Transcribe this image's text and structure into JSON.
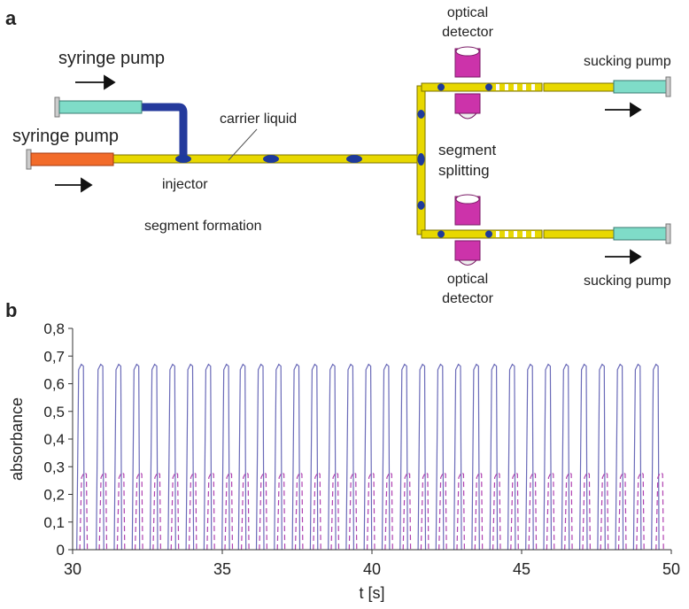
{
  "panel_a": {
    "panel_label": "a",
    "labels": {
      "syringe_pump_top": "syringe pump",
      "syringe_pump_bottom": "syringe pump",
      "carrier_liquid": "carrier liquid",
      "injector": "injector",
      "segment_formation": "segment formation",
      "segment_splitting_1": "segment",
      "segment_splitting_2": "splitting",
      "optical_detector_top_1": "optical",
      "optical_detector_top_2": "detector",
      "optical_detector_bottom_1": "optical",
      "optical_detector_bottom_2": "detector",
      "sucking_pump_top": "sucking pump",
      "sucking_pump_bottom": "sucking pump"
    },
    "colors": {
      "channel": "#e8d800",
      "channel_edge": "#7a7200",
      "segment": "#1e3a9c",
      "syringe_teal": "#7fdcc8",
      "syringe_orange": "#f26b2a",
      "detector_magenta": "#cc33aa",
      "injector_tube": "#243a9c"
    }
  },
  "panel_b": {
    "panel_label": "b",
    "chart_data": {
      "type": "line",
      "xlabel": "t [s]",
      "ylabel": "absorbance",
      "xlim": [
        30,
        50
      ],
      "ylim": [
        0,
        0.8
      ],
      "x_ticks": [
        "30",
        "35",
        "40",
        "45",
        "50"
      ],
      "y_ticks": [
        "0",
        "0,1",
        "0,2",
        "0,3",
        "0,4",
        "0,5",
        "0,6",
        "0,7",
        "0,8"
      ],
      "series": [
        {
          "style": "solid",
          "color": "#6a6ab8",
          "peak_value": 0.67,
          "peak_times": [
            30.2,
            30.85,
            31.45,
            32.05,
            32.65,
            33.25,
            33.85,
            34.45,
            35.05,
            35.6,
            36.2,
            36.8,
            37.4,
            38.0,
            38.6,
            39.2,
            39.8,
            40.4,
            41.0,
            41.6,
            42.2,
            42.8,
            43.4,
            44.0,
            44.6,
            45.2,
            45.8,
            46.4,
            47.0,
            47.6,
            48.2,
            48.8,
            49.4
          ]
        },
        {
          "style": "dashed",
          "color": "#b040b0",
          "peak_value": 0.28,
          "peak_times": [
            30.3,
            30.95,
            31.55,
            32.15,
            32.75,
            33.35,
            33.95,
            34.55,
            35.15,
            35.7,
            36.3,
            36.9,
            37.5,
            38.1,
            38.7,
            39.3,
            39.9,
            40.5,
            41.1,
            41.7,
            42.3,
            42.9,
            43.5,
            44.1,
            44.7,
            45.3,
            45.9,
            46.5,
            47.1,
            47.7,
            48.3,
            48.9,
            49.55
          ]
        }
      ]
    }
  }
}
